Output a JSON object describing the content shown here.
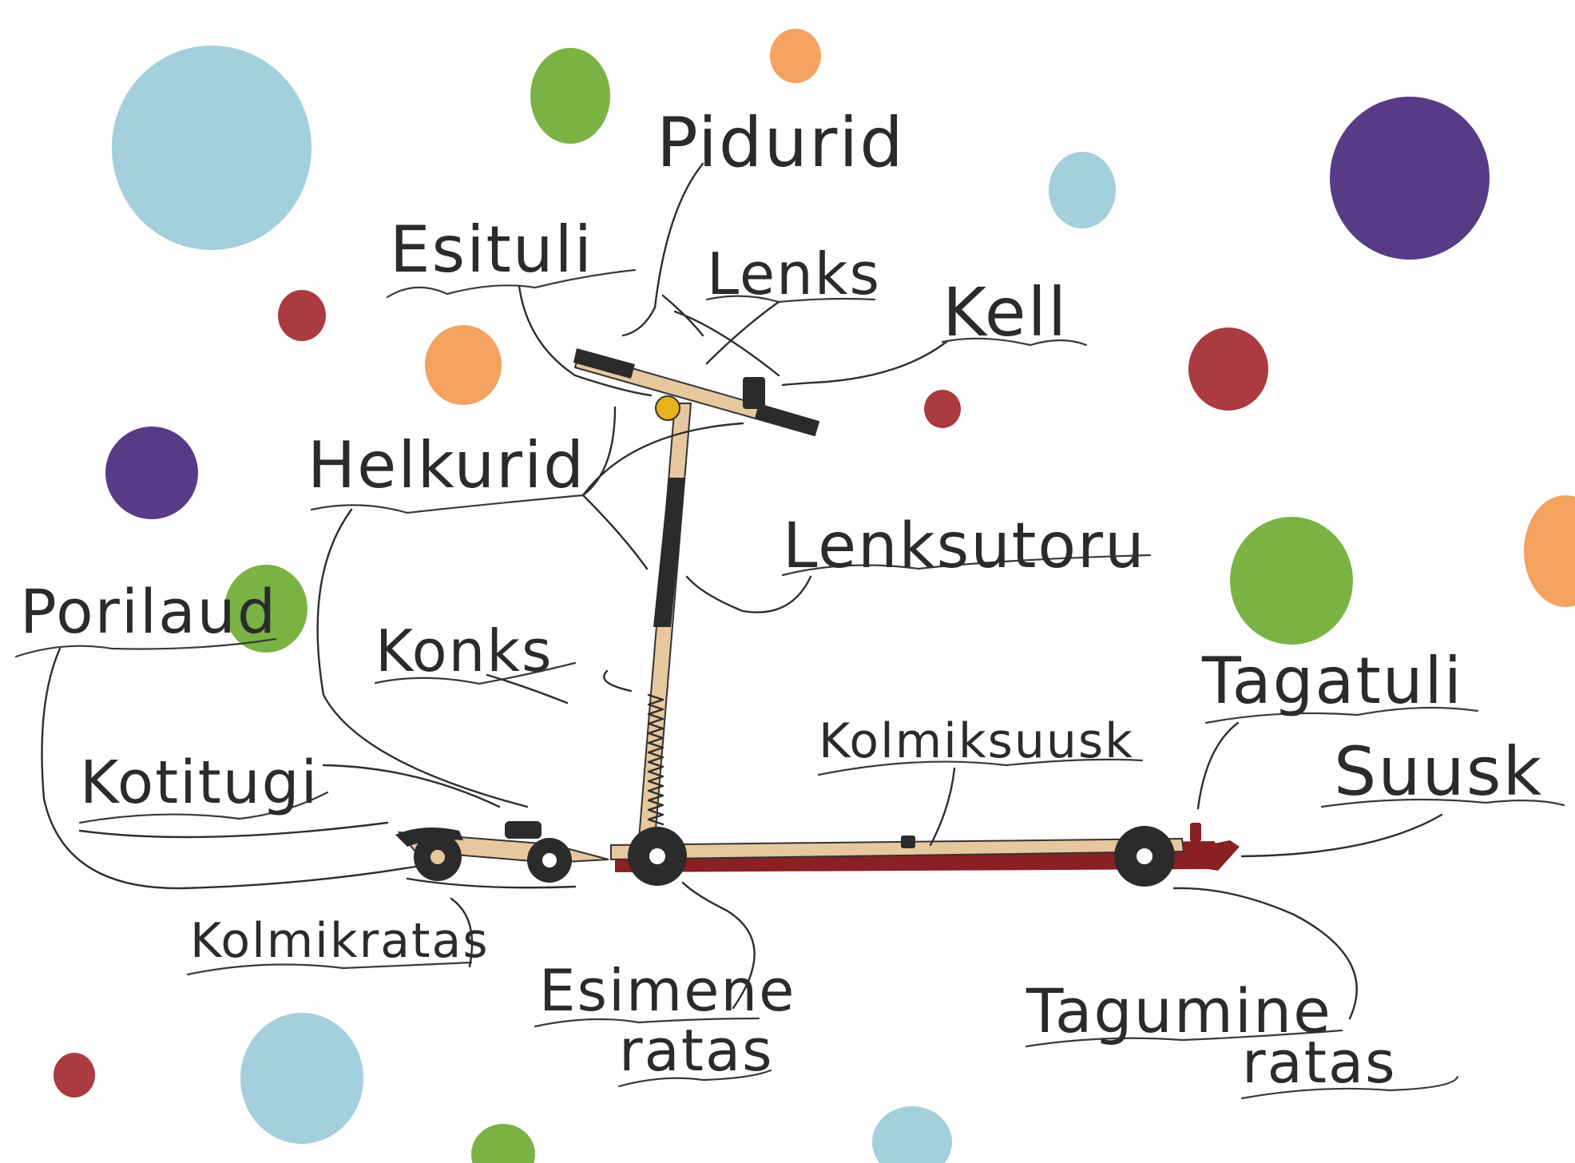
{
  "colors": {
    "light_blue": "#9ccbd9",
    "purple": "#4a2a7c",
    "green": "#6fad34",
    "orange": "#f39a52",
    "dark_red": "#a32a30",
    "wood": "#e7c79e",
    "ski_red": "#8a1f24",
    "handle": "#2b2b2b",
    "ink": "#2b2b2b"
  },
  "labels": {
    "pidurid": "Pidurid",
    "esituli": "Esituli",
    "lenks": "Lenks",
    "kell": "Kell",
    "helkurid": "Helkurid",
    "lenksutoru": "Lenksutoru",
    "porilaud": "Porilaud",
    "konks": "Konks",
    "kotitugi": "Kotitugi",
    "kolmiksuusk": "Kolmiksuusk",
    "tagatuli": "Tagatuli",
    "suusk": "Suusk",
    "kolmikratas": "Kolmikratas",
    "esimene": "Esimene",
    "esimene_ratas": "ratas",
    "tagumine": "Tagumine",
    "tagumine_ratas": "ratas"
  }
}
